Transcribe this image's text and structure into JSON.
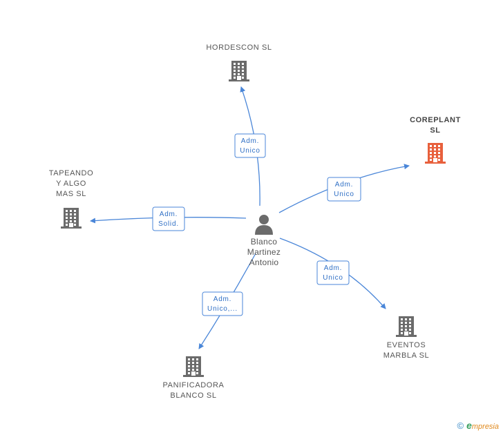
{
  "center": {
    "id": "blanco",
    "lines": [
      "Blanco",
      "Martinez",
      "Antonio"
    ],
    "icon": "person-icon"
  },
  "companies": [
    {
      "id": "hordescon",
      "lines": [
        "HORDESCON SL"
      ],
      "highlight": false,
      "icon": "building-icon"
    },
    {
      "id": "coreplant",
      "lines": [
        "COREPLANT",
        "SL"
      ],
      "highlight": true,
      "icon": "building-icon"
    },
    {
      "id": "tapeando",
      "lines": [
        "TAPEANDO",
        "Y ALGO",
        "MAS SL"
      ],
      "highlight": false,
      "icon": "building-icon"
    },
    {
      "id": "eventos",
      "lines": [
        "EVENTOS",
        "MARBLA  SL"
      ],
      "highlight": false,
      "icon": "building-icon"
    },
    {
      "id": "panificadora",
      "lines": [
        "PANIFICADORA",
        "BLANCO SL"
      ],
      "highlight": false,
      "icon": "building-icon"
    }
  ],
  "edges": [
    {
      "to": "hordescon",
      "label": [
        "Adm.",
        "Unico"
      ]
    },
    {
      "to": "coreplant",
      "label": [
        "Adm.",
        "Unico"
      ]
    },
    {
      "to": "tapeando",
      "label": [
        "Adm.",
        "Solid."
      ]
    },
    {
      "to": "eventos",
      "label": [
        "Adm.",
        "Unico"
      ]
    },
    {
      "to": "panificadora",
      "label": [
        "Adm.",
        "Unico,..."
      ]
    }
  ],
  "colors": {
    "edge": "#4a86d8",
    "building": "#6b6b6b",
    "building_highlight": "#e8603c",
    "person": "#6b6b6b"
  },
  "brand": {
    "copyright": "©",
    "initial": "e",
    "rest": "mpresia"
  }
}
